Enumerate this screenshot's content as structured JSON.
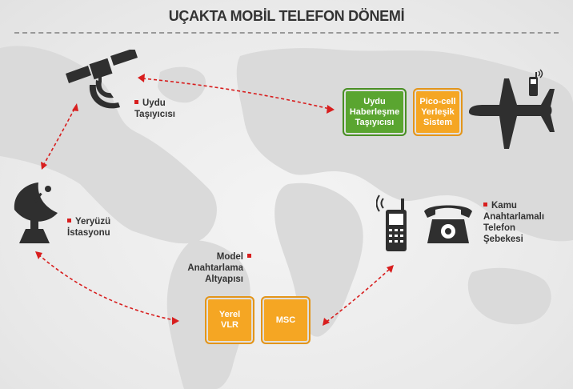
{
  "title": "UÇAKTA MOBİL TELEFON DÖNEMİ",
  "labels": {
    "satellite": [
      "Uydu",
      "Taşıyıcısı"
    ],
    "ground_station": [
      "Yeryüzü",
      "İstasyonu"
    ],
    "model": [
      "Model",
      "Anahtarlama",
      "Altyapısı"
    ],
    "pstn": [
      "Kamu",
      "Anahtarlamalı",
      "Telefon",
      "Şebekesi"
    ]
  },
  "boxes": {
    "satellite_comm": [
      "Uydu",
      "Haberleşme",
      "Taşıyıcısı"
    ],
    "picocell": [
      "Pico-cell",
      "Yerleşik",
      "Sistem"
    ],
    "vlr": [
      "Yerel",
      "VLR"
    ],
    "msc": "MSC"
  },
  "colors": {
    "green": "#5aa530",
    "orange": "#f5a623",
    "arrow": "#d81e1e",
    "icon": "#2f2f2f"
  }
}
